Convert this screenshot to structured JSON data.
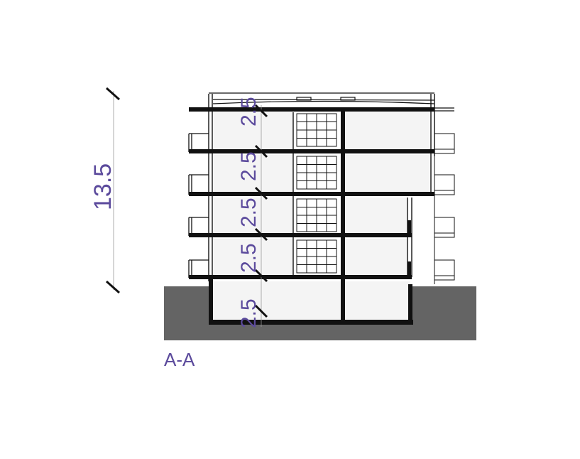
{
  "drawing": {
    "section_label": "A-A",
    "overall_height_label": "13.5",
    "floor_height_labels": [
      "2.5",
      "2.5",
      "2.5",
      "2.5",
      "2.5"
    ]
  },
  "colors": {
    "ground": "#646464",
    "dimension_text": "#5b4a9c",
    "structure": "#111111",
    "room_fill": "#f4f4f4"
  }
}
